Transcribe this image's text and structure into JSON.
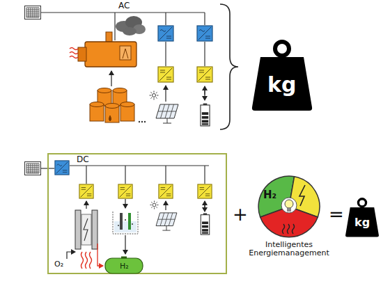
{
  "diagram": {
    "nodes": [
      {
        "text": [
          "kg"
        ]
      },
      {
        "text": [
          "DC"
        ]
      },
      {
        "text": [
          "H₂"
        ],
        "in": 1
      },
      {
        "text": [
          "H₂",
          "Intelligentes Energiemanagement"
        ]
      },
      {
        "text": [
          "kg"
        ]
      }
    ],
    "labels": [
      "AC",
      "O₂",
      "+",
      "="
    ]
  }
}
